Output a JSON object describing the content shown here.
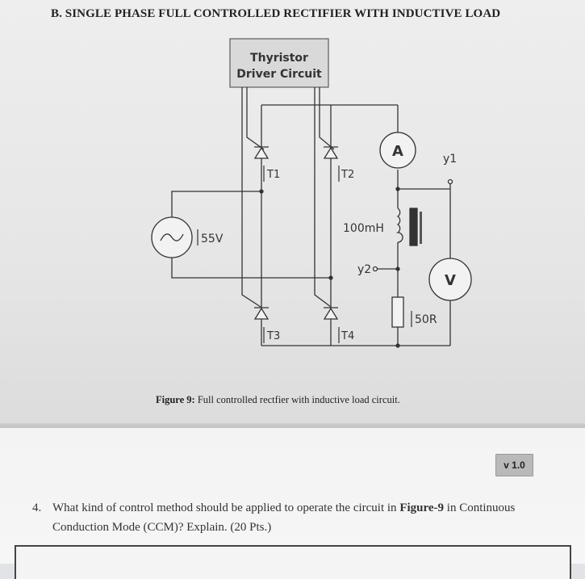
{
  "section_title": "B. SINGLE PHASE FULL CONTROLLED RECTIFIER WITH INDUCTIVE LOAD",
  "driver": {
    "line1": "Thyristor",
    "line2": "Driver Circuit"
  },
  "labels": {
    "t1": "T1",
    "t2": "T2",
    "t3": "T3",
    "t4": "T4",
    "source": "55V",
    "inductor": "100mH",
    "resistor": "50R",
    "y1": "y1",
    "y2": "y2",
    "ammeter": "A",
    "voltmeter": "V"
  },
  "caption": {
    "prefix": "Figure 9:",
    "text": " Full controlled rectfier with inductive load circuit."
  },
  "version": "v 1.0",
  "question": {
    "number": "4.",
    "text_before": "What kind of control method should be applied to operate the circuit in ",
    "figure_ref": "Figure-9",
    "text_after": " in Continuous Conduction Mode (CCM)? Explain. (20 Pts.)"
  }
}
